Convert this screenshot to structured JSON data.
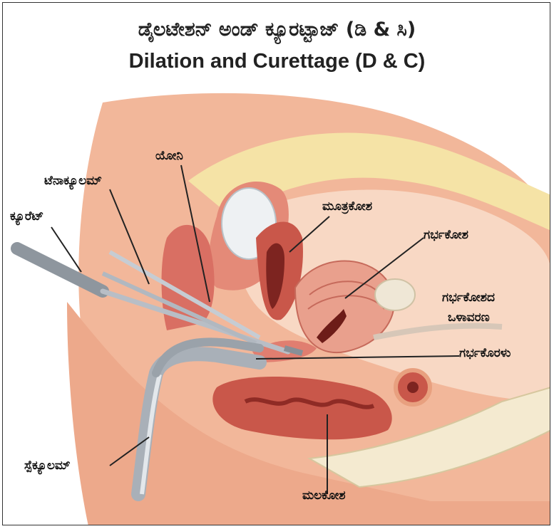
{
  "title_kannada": "ಡೈಲಟೇಶನ್ ಅಂಡ್ ಕ್ಯೂರಟ್ಟಾಜ್ (ಡಿ & ಸಿ)",
  "title_english": "Dilation and Curettage (D & C)",
  "labels": {
    "yoni": "ಯೋನಿ",
    "tenaculum": "ಟೆನಾಕ್ಯೂಲಮ್",
    "curette": "ಕ್ಯೂರೆಟ್",
    "bladder": "ಮೂತ್ರಕೋಶ",
    "uterus": "ಗರ್ಭಕೋಶ",
    "uterine_lining_1": "ಗರ್ಭಕೋಶದ",
    "uterine_lining_2": "ಒಳಾವರಣ",
    "cervix": "ಗರ್ಭಕೊರಳು",
    "speculum": "ಸ್ಪೆಕ್ಯೂಲಮ್",
    "rectum": "ಮಲಕೋಶ"
  },
  "colors": {
    "skin": "#f2b79a",
    "skin_dark": "#e29a7d",
    "tissue": "#e48a78",
    "tissue_dark": "#b84a3f",
    "fat": "#f5e3a6",
    "instrument": "#b8bec6"
  }
}
